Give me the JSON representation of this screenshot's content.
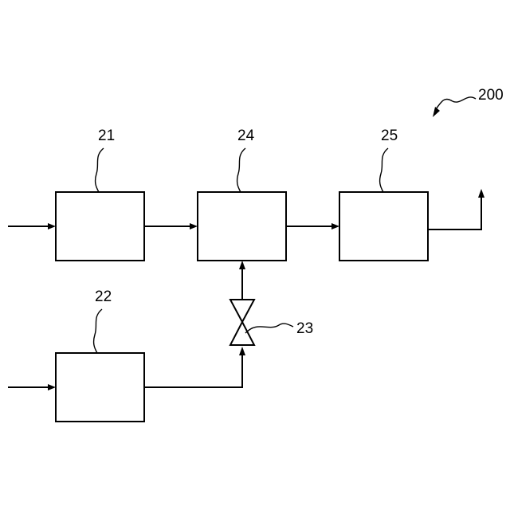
{
  "diagram": {
    "system_ref": "200",
    "blocks": {
      "block_21": "21",
      "block_22": "22",
      "block_24": "24",
      "block_25": "25"
    },
    "valve_ref": "23"
  }
}
